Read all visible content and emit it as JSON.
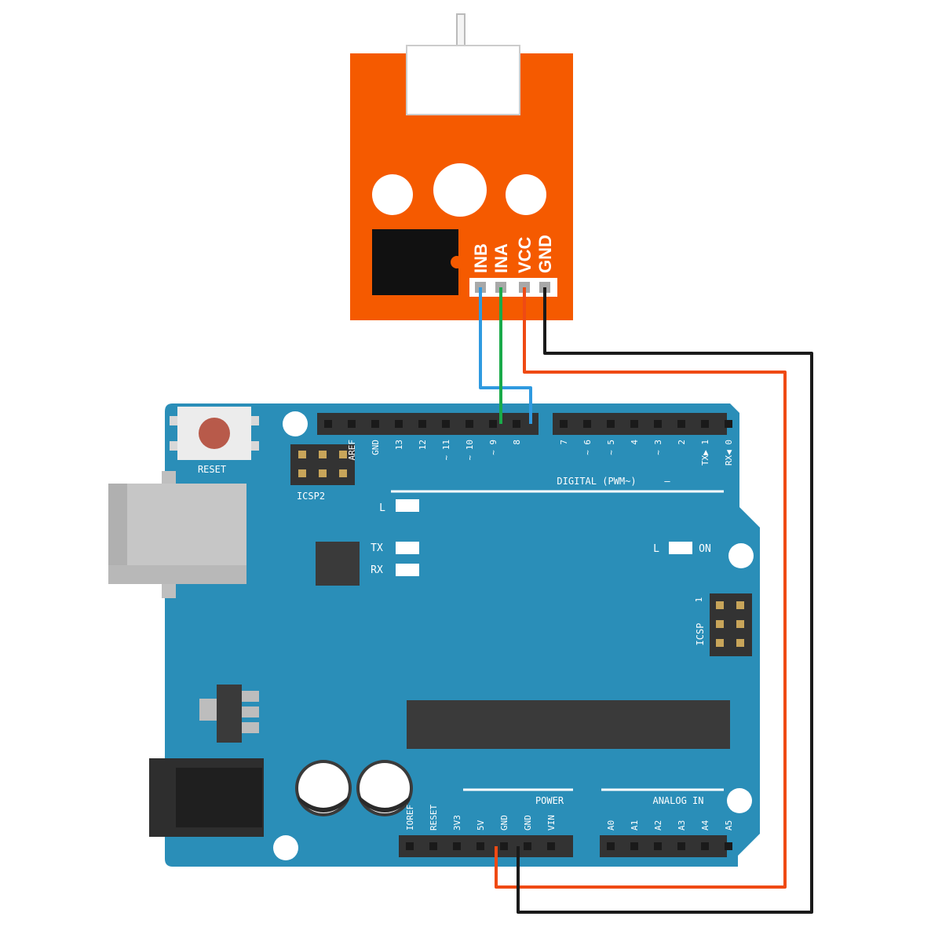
{
  "colors": {
    "board": "#2a8eb8",
    "board_dark": "#1f7aa0",
    "module": "#f55a00",
    "header": "#333333",
    "wire_inb": "#2f9ae0",
    "wire_ina": "#1aaa4a",
    "wire_vcc": "#ef4a14",
    "wire_gnd": "#1a1a1a"
  },
  "module": {
    "pins": [
      "INB",
      "INA",
      "VCC",
      "GND"
    ]
  },
  "board": {
    "reset_label": "RESET",
    "icsp2_label": "ICSP2",
    "icsp_label": "ICSP",
    "digital_header_left": [
      "",
      "AREF",
      "GND",
      "13",
      "12",
      "~ 11",
      "~ 10",
      "~ 9",
      "8"
    ],
    "digital_header_right": [
      "7",
      "~ 6",
      "~ 5",
      "4",
      "~ 3",
      "2",
      "TX▶ 1",
      "RX◀ 0"
    ],
    "digital_label": "DIGITAL (PWM~)",
    "digital_dash": "—",
    "led_l_label": "L",
    "led_tx_label": "TX",
    "led_rx_label": "RX",
    "on_l_label": "L",
    "on_label": "ON",
    "icsp_pin1": "1",
    "power_label": "POWER",
    "analog_label": "ANALOG IN",
    "power_pins": [
      "IOREF",
      "RESET",
      "3V3",
      "5V",
      "GND",
      "GND",
      "VIN"
    ],
    "analog_pins": [
      "A0",
      "A1",
      "A2",
      "A3",
      "A4",
      "A5"
    ]
  }
}
